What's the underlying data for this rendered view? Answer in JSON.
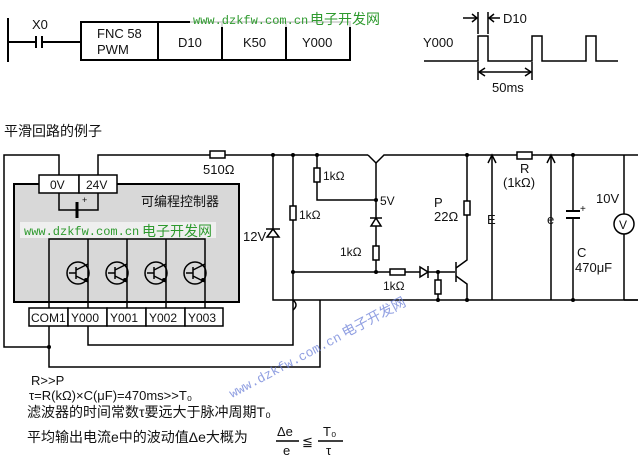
{
  "ladder": {
    "contact_label": "X0",
    "instruction": {
      "fnc_line1": "FNC 58",
      "fnc_line2": "PWM",
      "operands": [
        "D10",
        "K50",
        "Y000"
      ]
    }
  },
  "timing": {
    "signal_label": "Y000",
    "pulse_width_label": "D10",
    "period_label": "50ms"
  },
  "watermarks": {
    "url": "www.dzkfw.com.cn",
    "cn": "电子开发网"
  },
  "section_title": "平滑回路的例子",
  "plc": {
    "title": "可编程控制器",
    "power_terminals": [
      "0V",
      "24V"
    ],
    "output_terminals": [
      "COM1",
      "Y000",
      "Y001",
      "Y002",
      "Y003"
    ]
  },
  "circuit": {
    "r_series": "510Ω",
    "zener_12v": "12V",
    "r_1k_a": "1kΩ",
    "r_1k_b": "1kΩ",
    "r_1k_c": "1kΩ",
    "r_1k_d": "1kΩ",
    "v_5v": "5V",
    "p_label": "P",
    "p_value": "22Ω",
    "e_big": "E",
    "r_label": "R",
    "r_value": "(1kΩ)",
    "e_small": "e",
    "c_label": "C",
    "c_value": "470μF",
    "plus": "+",
    "v_10v": "10V",
    "voltmeter": "V"
  },
  "notes": {
    "line1": "R>>P",
    "line2": "τ=R(kΩ)×C(μF)=470ms>>T₀",
    "line3": "滤波器的时间常数τ要远大于脉冲周期T₀",
    "line4": "平均输出电流e中的波动值Δe大概为",
    "frac1_num": "Δe",
    "frac1_den": "e",
    "relation": "≦",
    "frac2_num": "T₀",
    "frac2_den": "τ"
  }
}
